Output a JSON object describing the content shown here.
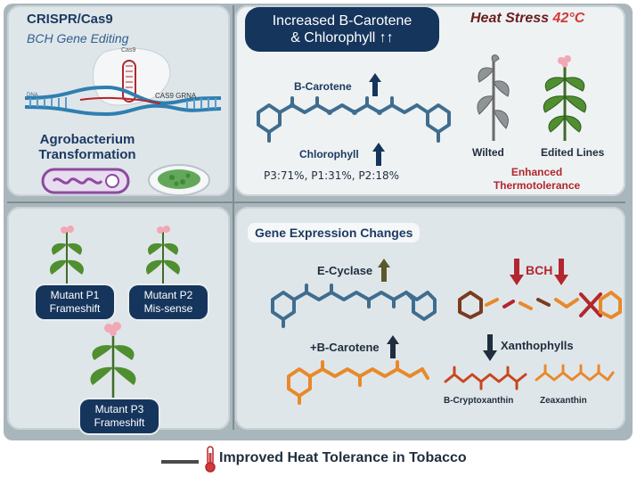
{
  "top_left": {
    "title": "CRISPR/Cas9",
    "subtitle": "BCH Gene Editing",
    "cas9_label": "Cas9",
    "grna_label": "CAS9 GRNA",
    "dna_label": "DNA",
    "agro_title_1": "Agrobacterium",
    "agro_title_2": "Transformation"
  },
  "top_right": {
    "title_line1": "Increased B-Carotene",
    "title_line2": "& Chlorophyll ↑↑",
    "heat_label": "Heat Stress",
    "heat_temp": "42°C",
    "carotene_label": "B-Carotene",
    "chlorophyll_label": "Chlorophyll",
    "percentages": "P3:71%, P1:31%, P2:18%",
    "wilted_label": "Wilted",
    "edited_label": "Edited Lines",
    "enhanced_1": "Enhanced",
    "enhanced_2": "Thermotolerance"
  },
  "bottom_left": {
    "mutants": [
      {
        "line1": "Mutant P1",
        "line2": "Frameshift"
      },
      {
        "line1": "Mutant P2",
        "line2": "Mis-sense"
      },
      {
        "line1": "Mutant P3",
        "line2": "Frameshift"
      }
    ]
  },
  "bottom_right": {
    "title": "Gene Expression Changes",
    "ecyclase_label": "E-Cyclase",
    "bcarotene_label": "+B-Carotene",
    "bch_label": "BCH",
    "xanthophylls_label": "Xanthophylls",
    "crypto_label": "B-Cryptoxanthin",
    "zea_label": "Zeaxanthin"
  },
  "footer": {
    "title": "Improved Heat Tolerance in Tobacco"
  },
  "colors": {
    "navy": "#15355c",
    "molecule_blue": "#3f6d8f",
    "orange": "#e8892b",
    "red": "#b3262e",
    "leaf_green": "#3f7a2a"
  }
}
